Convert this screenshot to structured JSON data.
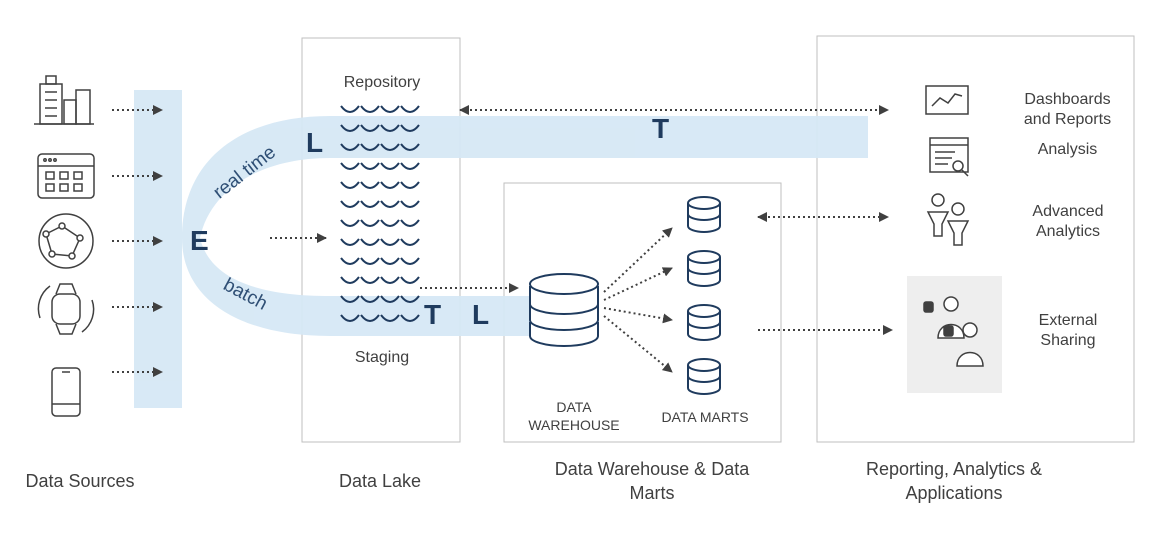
{
  "columns": {
    "sources": "Data Sources",
    "lake": "Data Lake",
    "warehouse": "Data Warehouse & Data Marts",
    "reporting": "Reporting, Analytics & Applications"
  },
  "lake": {
    "repository": "Repository",
    "staging": "Staging"
  },
  "warehouse": {
    "dw_label": "DATA WAREHOUSE",
    "marts_label": "DATA MARTS"
  },
  "flows": {
    "realtime": "real time",
    "batch": "batch"
  },
  "letters": {
    "extract": "E",
    "load_top": "L",
    "transform_top": "T",
    "transform_bottom": "T",
    "load_bottom": "L"
  },
  "outputs": {
    "dashboards": "Dashboards and Reports",
    "analysis": "Analysis",
    "advanced": "Advanced Analytics",
    "external": "External Sharing"
  },
  "icons": {
    "sources": [
      "buildings-icon",
      "browser-grid-icon",
      "network-globe-icon",
      "smartwatch-sync-icon",
      "smartphone-icon"
    ],
    "outputs": [
      "line-chart-icon",
      "report-search-icon",
      "analysts-icon",
      "people-sharing-icon"
    ]
  },
  "colors": {
    "flow_band": "#d6e8f5",
    "accent": "#1f3b5e",
    "box_border": "#bfbfbf"
  }
}
